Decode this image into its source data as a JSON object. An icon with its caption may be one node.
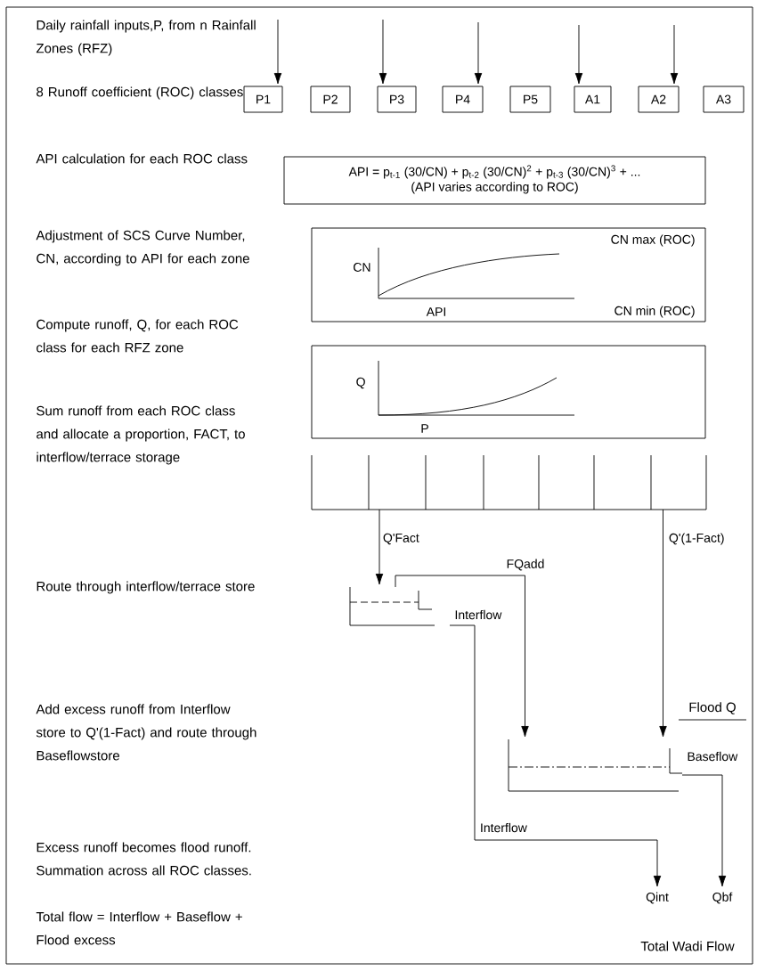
{
  "diagram": {
    "nodes": [
      {
        "text": [
          "P1"
        ]
      },
      {
        "text": [
          "P2"
        ]
      },
      {
        "text": [
          "P3"
        ]
      },
      {
        "text": [
          "P4"
        ]
      },
      {
        "text": [
          "P5"
        ]
      },
      {
        "text": [
          "A1"
        ]
      },
      {
        "text": [
          "A2"
        ]
      },
      {
        "text": [
          "A3"
        ]
      },
      {
        "text": [
          "API = p$_{t-1}$ (30/CN) + p$_{t-2}$ (30/CN)$^{2}$ + p$_{t-3}$ (30/CN)$^{3}$ + ...",
          "(API varies according to ROC)"
        ]
      },
      {
        "text": [
          "CN max (ROC)",
          "CN",
          "API",
          "CN min (ROC)"
        ]
      },
      {
        "text": [
          "Q",
          "P"
        ]
      },
      {
        "text": [],
        "shape": "bar"
      },
      {
        "text": [],
        "shape": "box",
        "beside": [
          "Interflow"
        ]
      },
      {
        "text": [],
        "shape": "box",
        "beside": [
          "Baseflow"
        ]
      },
      {
        "text": [
          "Qint"
        ]
      },
      {
        "text": [
          "Qbf"
        ]
      }
    ],
    "edges": [
      {
        "from": null,
        "to": 0,
        "arrow": "to"
      },
      {
        "from": null,
        "to": 2,
        "arrow": "to"
      },
      {
        "from": null,
        "to": 3,
        "arrow": "to"
      },
      {
        "from": null,
        "to": 5,
        "arrow": "to"
      },
      {
        "from": null,
        "to": 6,
        "arrow": "to"
      },
      {
        "from": 11,
        "to": 12,
        "arrow": "to",
        "label": "Q'Fact"
      },
      {
        "from": 11,
        "to": 13,
        "arrow": "to",
        "label": "Q'(1-Fact)"
      },
      {
        "from": 12,
        "to": 13,
        "arrow": "to",
        "label": "FQadd"
      },
      {
        "from": 12,
        "to": 14,
        "arrow": "to",
        "label": "Interflow"
      },
      {
        "from": 13,
        "to": 15,
        "arrow": "to"
      }
    ],
    "labels": [
      "Daily rainfall inputs,P, from n Rainfall Zones (RFZ)",
      "8 Runoff coefficient (ROC) classes",
      "API calculation for each ROC class",
      "Adjustment of SCS Curve Number, CN, according to API for each zone",
      "Compute runoff, Q, for each ROC class for each RFZ zone",
      "Sum runoff from each ROC class and allocate a proportion, FACT, to interflow/terrace storage",
      "Route through interflow/terrace store",
      "Add excess runoff from Interflow store to Q'(1-Fact) and route through Baseflowstore",
      "Excess runoff becomes flood runoff. Summation across all ROC classes.",
      "Total flow = Interflow + Baseflow + Flood excess",
      "Flood Q",
      "Total Wadi Flow"
    ]
  }
}
